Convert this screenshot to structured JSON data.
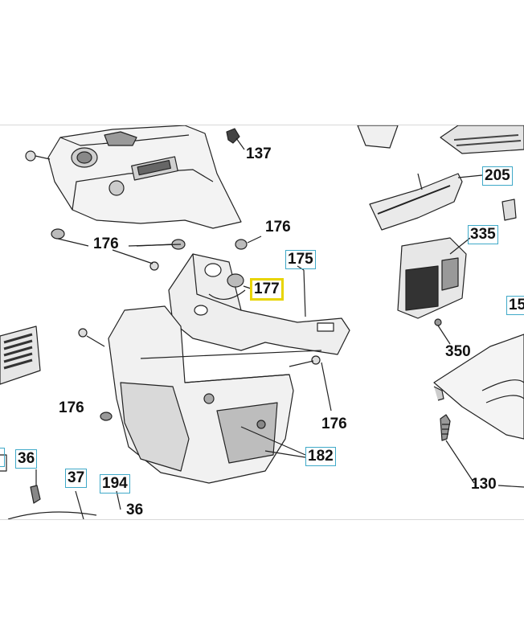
{
  "parts": [
    {
      "id": "p137",
      "label": "137",
      "boxed": false,
      "highlighted": false
    },
    {
      "id": "p205",
      "label": "205",
      "boxed": true,
      "highlighted": false
    },
    {
      "id": "p176a",
      "label": "176",
      "boxed": false,
      "highlighted": false
    },
    {
      "id": "p176b",
      "label": "176",
      "boxed": false,
      "highlighted": false
    },
    {
      "id": "p335",
      "label": "335",
      "boxed": true,
      "highlighted": false
    },
    {
      "id": "p175",
      "label": "175",
      "boxed": true,
      "highlighted": false
    },
    {
      "id": "p177",
      "label": "177",
      "boxed": true,
      "highlighted": true
    },
    {
      "id": "p15",
      "label": "15",
      "boxed": true,
      "highlighted": false
    },
    {
      "id": "p350",
      "label": "350",
      "boxed": false,
      "highlighted": false
    },
    {
      "id": "p176c",
      "label": "176",
      "boxed": false,
      "highlighted": false
    },
    {
      "id": "p176d",
      "label": "176",
      "boxed": false,
      "highlighted": false
    },
    {
      "id": "p182",
      "label": "182",
      "boxed": true,
      "highlighted": false
    },
    {
      "id": "p36a",
      "label": "36",
      "boxed": true,
      "highlighted": false
    },
    {
      "id": "p37",
      "label": "37",
      "boxed": true,
      "highlighted": false
    },
    {
      "id": "p194",
      "label": "194",
      "boxed": true,
      "highlighted": false
    },
    {
      "id": "p36b",
      "label": "36",
      "boxed": false,
      "highlighted": false
    },
    {
      "id": "p130",
      "label": "130",
      "boxed": false,
      "highlighted": false
    }
  ],
  "colors": {
    "label_box": "#3fa9c8",
    "highlight_box": "#e8d400",
    "line": "#222222"
  }
}
